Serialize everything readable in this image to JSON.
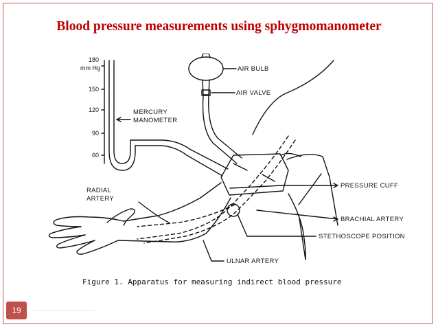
{
  "slide": {
    "title": "Blood pressure measurements using sphygmomanometer",
    "number": "19"
  },
  "figure": {
    "scale_unit": "mm Hg",
    "scale_ticks": [
      "180",
      "150",
      "120",
      "90",
      "60"
    ],
    "labels": {
      "air_bulb": "AIR BULB",
      "air_valve": "AIR VALVE",
      "mercury_1": "MERCURY",
      "mercury_2": "MANOMETER",
      "radial_1": "RADIAL",
      "radial_2": "ARTERY",
      "pressure_cuff": "PRESSURE CUFF",
      "brachial_artery": "BRACHIAL ARTERY",
      "stethoscope": "STETHOSCOPE POSITION",
      "ulnar_artery": "ULNAR ARTERY"
    },
    "caption": "Figure 1.  Apparatus for measuring indirect blood pressure"
  },
  "colors": {
    "title": "#c00000",
    "frame": "#c0504d",
    "slide_number_bg": "#c0504d"
  }
}
